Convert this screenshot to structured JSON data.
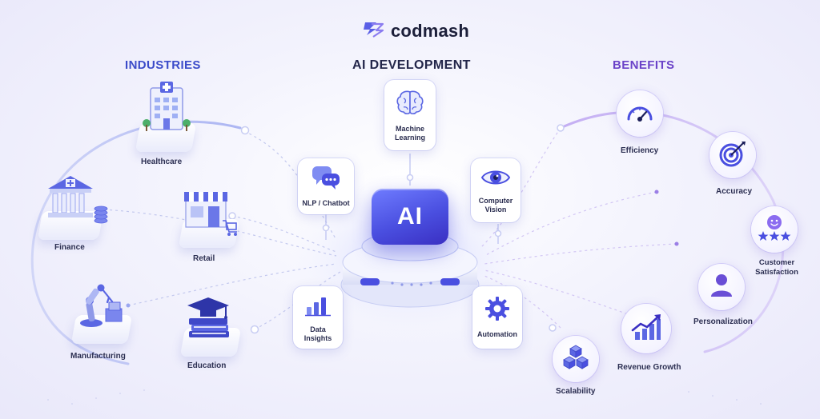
{
  "brand": {
    "name": "codmash",
    "logo_icon": "codmash-logo-icon"
  },
  "sections": {
    "industries": "INDUSTRIES",
    "ai_development": "AI DEVELOPMENT",
    "benefits": "BENEFITS"
  },
  "industries": [
    {
      "label": "Healthcare",
      "icon": "hospital-building-icon"
    },
    {
      "label": "Finance",
      "icon": "bank-icon"
    },
    {
      "label": "Retail",
      "icon": "storefront-icon"
    },
    {
      "label": "Manufacturing",
      "icon": "robot-arm-icon"
    },
    {
      "label": "Education",
      "icon": "graduation-cap-books-icon"
    }
  ],
  "ai_center": {
    "label": "AI"
  },
  "ai_development": [
    {
      "label": "Machine Learning",
      "icon": "brain-icon"
    },
    {
      "label": "NLP / Chatbot",
      "icon": "chat-bubbles-icon"
    },
    {
      "label": "Computer Vision",
      "icon": "eye-icon"
    },
    {
      "label": "Data Insights",
      "icon": "bar-chart-icon"
    },
    {
      "label": "Automation",
      "icon": "gear-icon"
    }
  ],
  "benefits": [
    {
      "label": "Efficiency",
      "icon": "speedometer-icon"
    },
    {
      "label": "Accuracy",
      "icon": "target-icon"
    },
    {
      "label": "Customer Satisfaction",
      "icon": "smiley-stars-icon"
    },
    {
      "label": "Personalization",
      "icon": "user-icon"
    },
    {
      "label": "Revenue Growth",
      "icon": "growth-chart-icon"
    },
    {
      "label": "Scalability",
      "icon": "cubes-icon"
    }
  ],
  "colors": {
    "accent_blue": "#4a4fe0",
    "accent_purple": "#7a4fd6",
    "industries_title": "#3b4bc9",
    "benefits_title": "#6a42c8"
  }
}
